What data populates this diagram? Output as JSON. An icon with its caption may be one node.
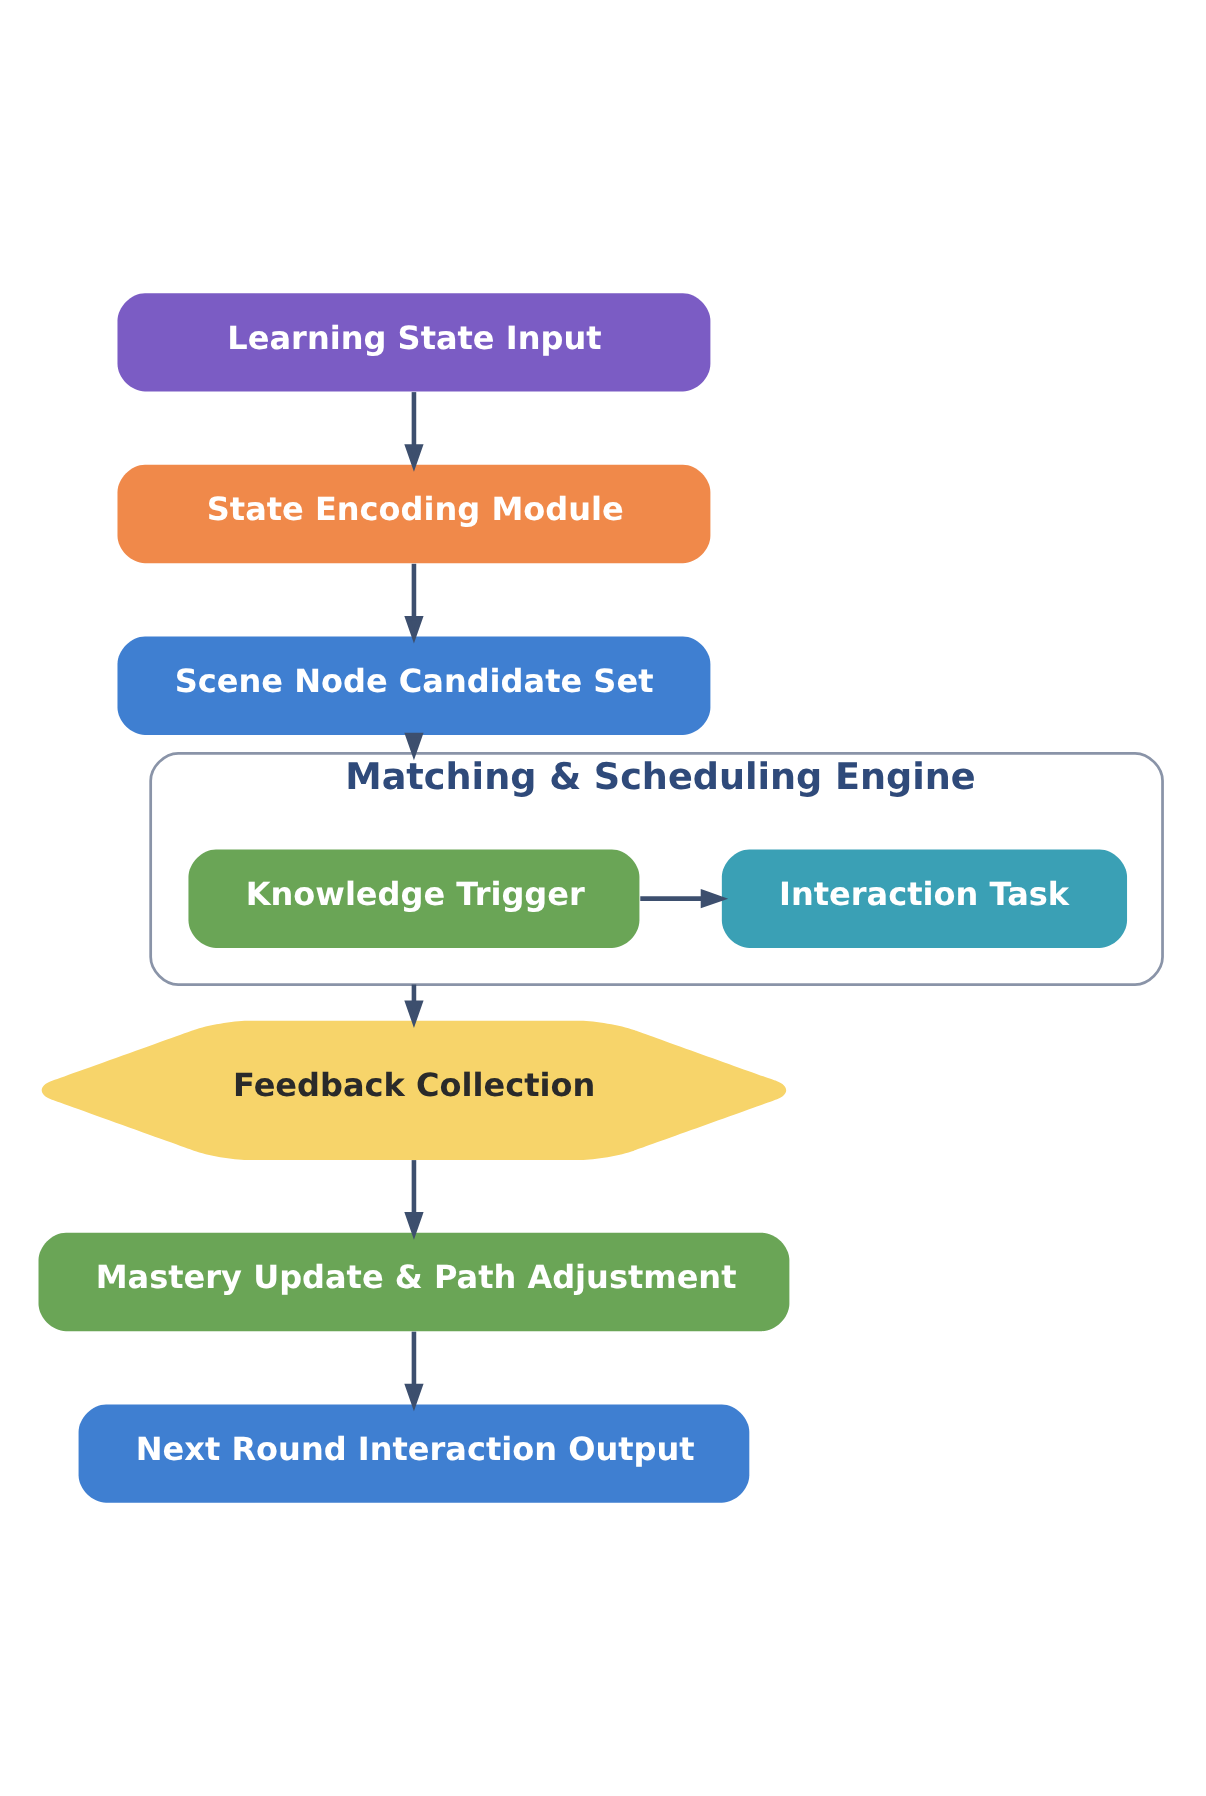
{
  "diagram": {
    "nodes": [
      {
        "text": [
          "Learning State Input"
        ]
      },
      {
        "text": [
          "State Encoding Module"
        ]
      },
      {
        "text": [
          "Scene Node Candidate Set"
        ]
      },
      {
        "text": [
          "Matching & Scheduling Engine"
        ]
      },
      {
        "text": [
          "Knowledge Trigger"
        ],
        "in": 3
      },
      {
        "text": [
          "Interaction Task"
        ],
        "in": 3
      },
      {
        "text": [
          "Feedback Collection"
        ]
      },
      {
        "text": [
          "Mastery Update & Path Adjustment"
        ]
      },
      {
        "text": [
          "Next Round Interaction Output"
        ]
      }
    ],
    "edges": [
      {
        "from": 0,
        "to": 1,
        "arrow": "to"
      },
      {
        "from": 1,
        "to": 2,
        "arrow": "to"
      },
      {
        "from": 2,
        "to": 3,
        "arrow": "to"
      },
      {
        "from": 4,
        "to": 5,
        "arrow": "to"
      },
      {
        "from": 3,
        "to": 6,
        "arrow": "to"
      },
      {
        "from": 6,
        "to": 7,
        "arrow": "to"
      },
      {
        "from": 7,
        "to": 8,
        "arrow": "to"
      }
    ]
  }
}
